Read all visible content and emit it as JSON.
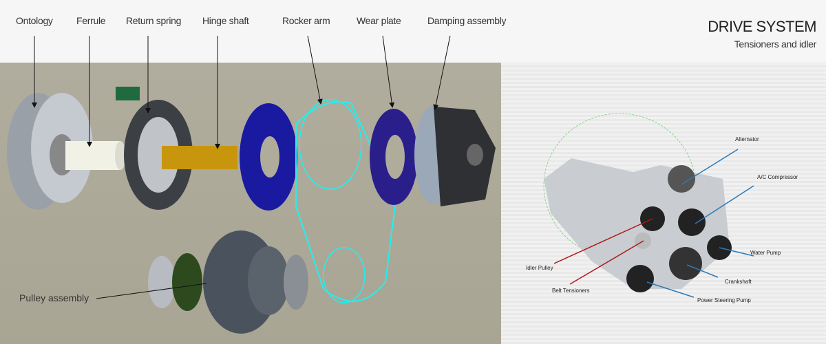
{
  "header": {
    "title": "DRIVE SYSTEM",
    "subtitle": "Tensioners and idler",
    "part_labels": [
      "Ontology",
      "Ferrule",
      "Return spring",
      "Hinge shaft",
      "Rocker arm",
      "Wear plate",
      "Damping assembly"
    ]
  },
  "exploded_view": {
    "pulley_label": "Pulley assembly"
  },
  "engine_view": {
    "labels": [
      "Alternator",
      "A/C Compressor",
      "Water Pump",
      "Crankshaft",
      "Power Steering Pump",
      "Idler Pulley",
      "Belt Tensioners"
    ],
    "colors": {
      "blue_leader": "#2a7ab8",
      "red_leader": "#b01818"
    }
  }
}
